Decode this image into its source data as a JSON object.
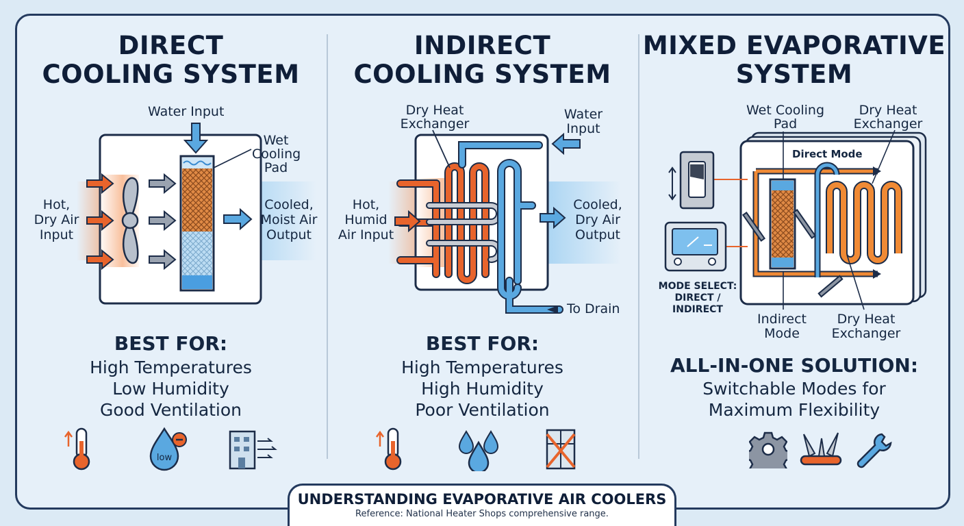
{
  "direct": {
    "title_line1": "DIRECT",
    "title_line2": "COOLING SYSTEM",
    "water_input": "Water Input",
    "wet_pad_1": "Wet",
    "wet_pad_2": "Cooling",
    "wet_pad_3": "Pad",
    "in_1": "Hot,",
    "in_2": "Dry Air",
    "in_3": "Input",
    "out_1": "Cooled,",
    "out_2": "Moist Air",
    "out_3": "Output",
    "best_for": "BEST FOR:",
    "items": [
      "High Temperatures",
      "Low Humidity",
      "Good Ventilation"
    ],
    "low_badge": "low"
  },
  "indirect": {
    "title_line1": "INDIRECT",
    "title_line2": "COOLING SYSTEM",
    "hx_1": "Dry Heat",
    "hx_2": "Exchanger",
    "water_1": "Water",
    "water_2": "Input",
    "in_1": "Hot,",
    "in_2": "Humid",
    "in_3": "Air Input",
    "out_1": "Cooled,",
    "out_2": "Dry Air",
    "out_3": "Output",
    "drain": "To Drain",
    "best_for": "BEST FOR:",
    "items": [
      "High Temperatures",
      "High Humidity",
      "Poor Ventilation"
    ]
  },
  "mixed": {
    "title_line1": "MIXED EVAPORATIVE",
    "title_line2": "SYSTEM",
    "pad_1": "Wet Cooling",
    "pad_2": "Pad",
    "hx_top_1": "Dry Heat",
    "hx_top_2": "Exchanger",
    "direct_mode": "Direct Mode",
    "mode_1": "MODE SELECT:",
    "mode_2": "DIRECT /",
    "mode_3": "INDIRECT",
    "indirect_1": "Indirect",
    "indirect_2": "Mode",
    "hx_bot_1": "Dry Heat",
    "hx_bot_2": "Exchanger",
    "solution_head": "ALL-IN-ONE SOLUTION:",
    "solution_1": "Switchable Modes for",
    "solution_2": "Maximum Flexibility"
  },
  "banner": {
    "title": "UNDERSTANDING EVAPORATIVE AIR COOLERS",
    "reference": "Reference: National Heater Shops comprehensive range."
  },
  "colors": {
    "navy": "#243a5e",
    "orange": "#e8642c",
    "blue": "#5aa8e0",
    "background": "#dceaf5"
  },
  "icons": [
    "thermometer-icon",
    "water-drop-low-icon",
    "building-wind-icon",
    "water-drops-icon",
    "blocked-window-icon",
    "gear-icon",
    "multitool-icon",
    "wrench-icon",
    "toggle-switch-icon",
    "control-panel-icon"
  ]
}
